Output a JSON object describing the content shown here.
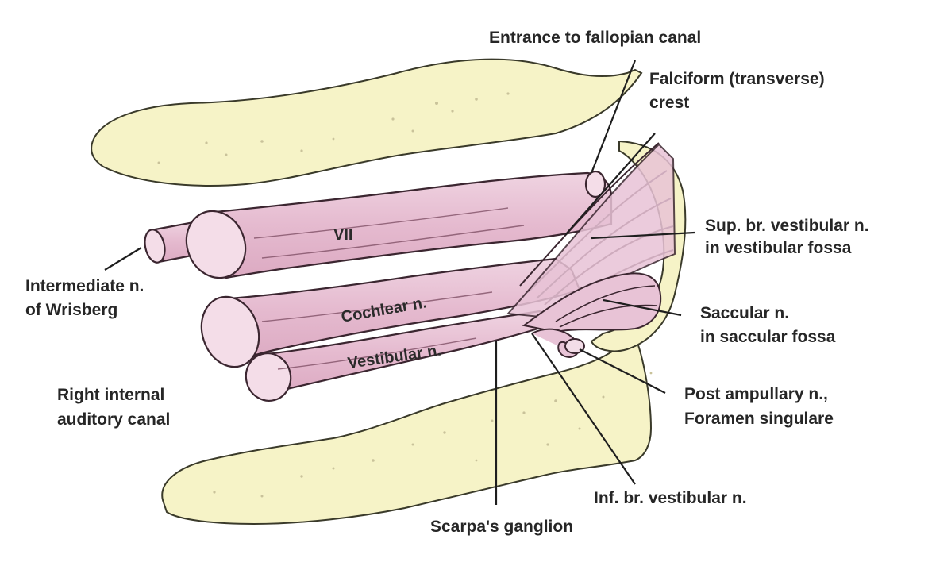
{
  "labels": {
    "fallopian": "Entrance to fallopian canal",
    "falciform_1": "Falciform (transverse)",
    "falciform_2": "crest",
    "sup_br_1": "Sup. br. vestibular n.",
    "sup_br_2": "in vestibular fossa",
    "intermediate_1": "Intermediate n.",
    "intermediate_2": "of Wrisberg",
    "saccular_1": "Saccular n.",
    "saccular_2": "in saccular fossa",
    "right_canal_1": "Right internal",
    "right_canal_2": "auditory canal",
    "post_amp_1": "Post ampullary n.,",
    "post_amp_2": "Foramen singulare",
    "inf_br": "Inf. br. vestibular n.",
    "scarpa": "Scarpa's ganglion",
    "vii": "VII",
    "cochlear": "Cochlear n.",
    "vestibular": "Vestibular n."
  },
  "colors": {
    "bone_fill": "#f6f3c7",
    "bone_stroke": "#3a3a2a",
    "nerve_fill": "#e7bfd3",
    "nerve_stroke": "#3b2630",
    "nerve_highlight": "#f4dde8",
    "leader_line": "#1e1e1e"
  }
}
